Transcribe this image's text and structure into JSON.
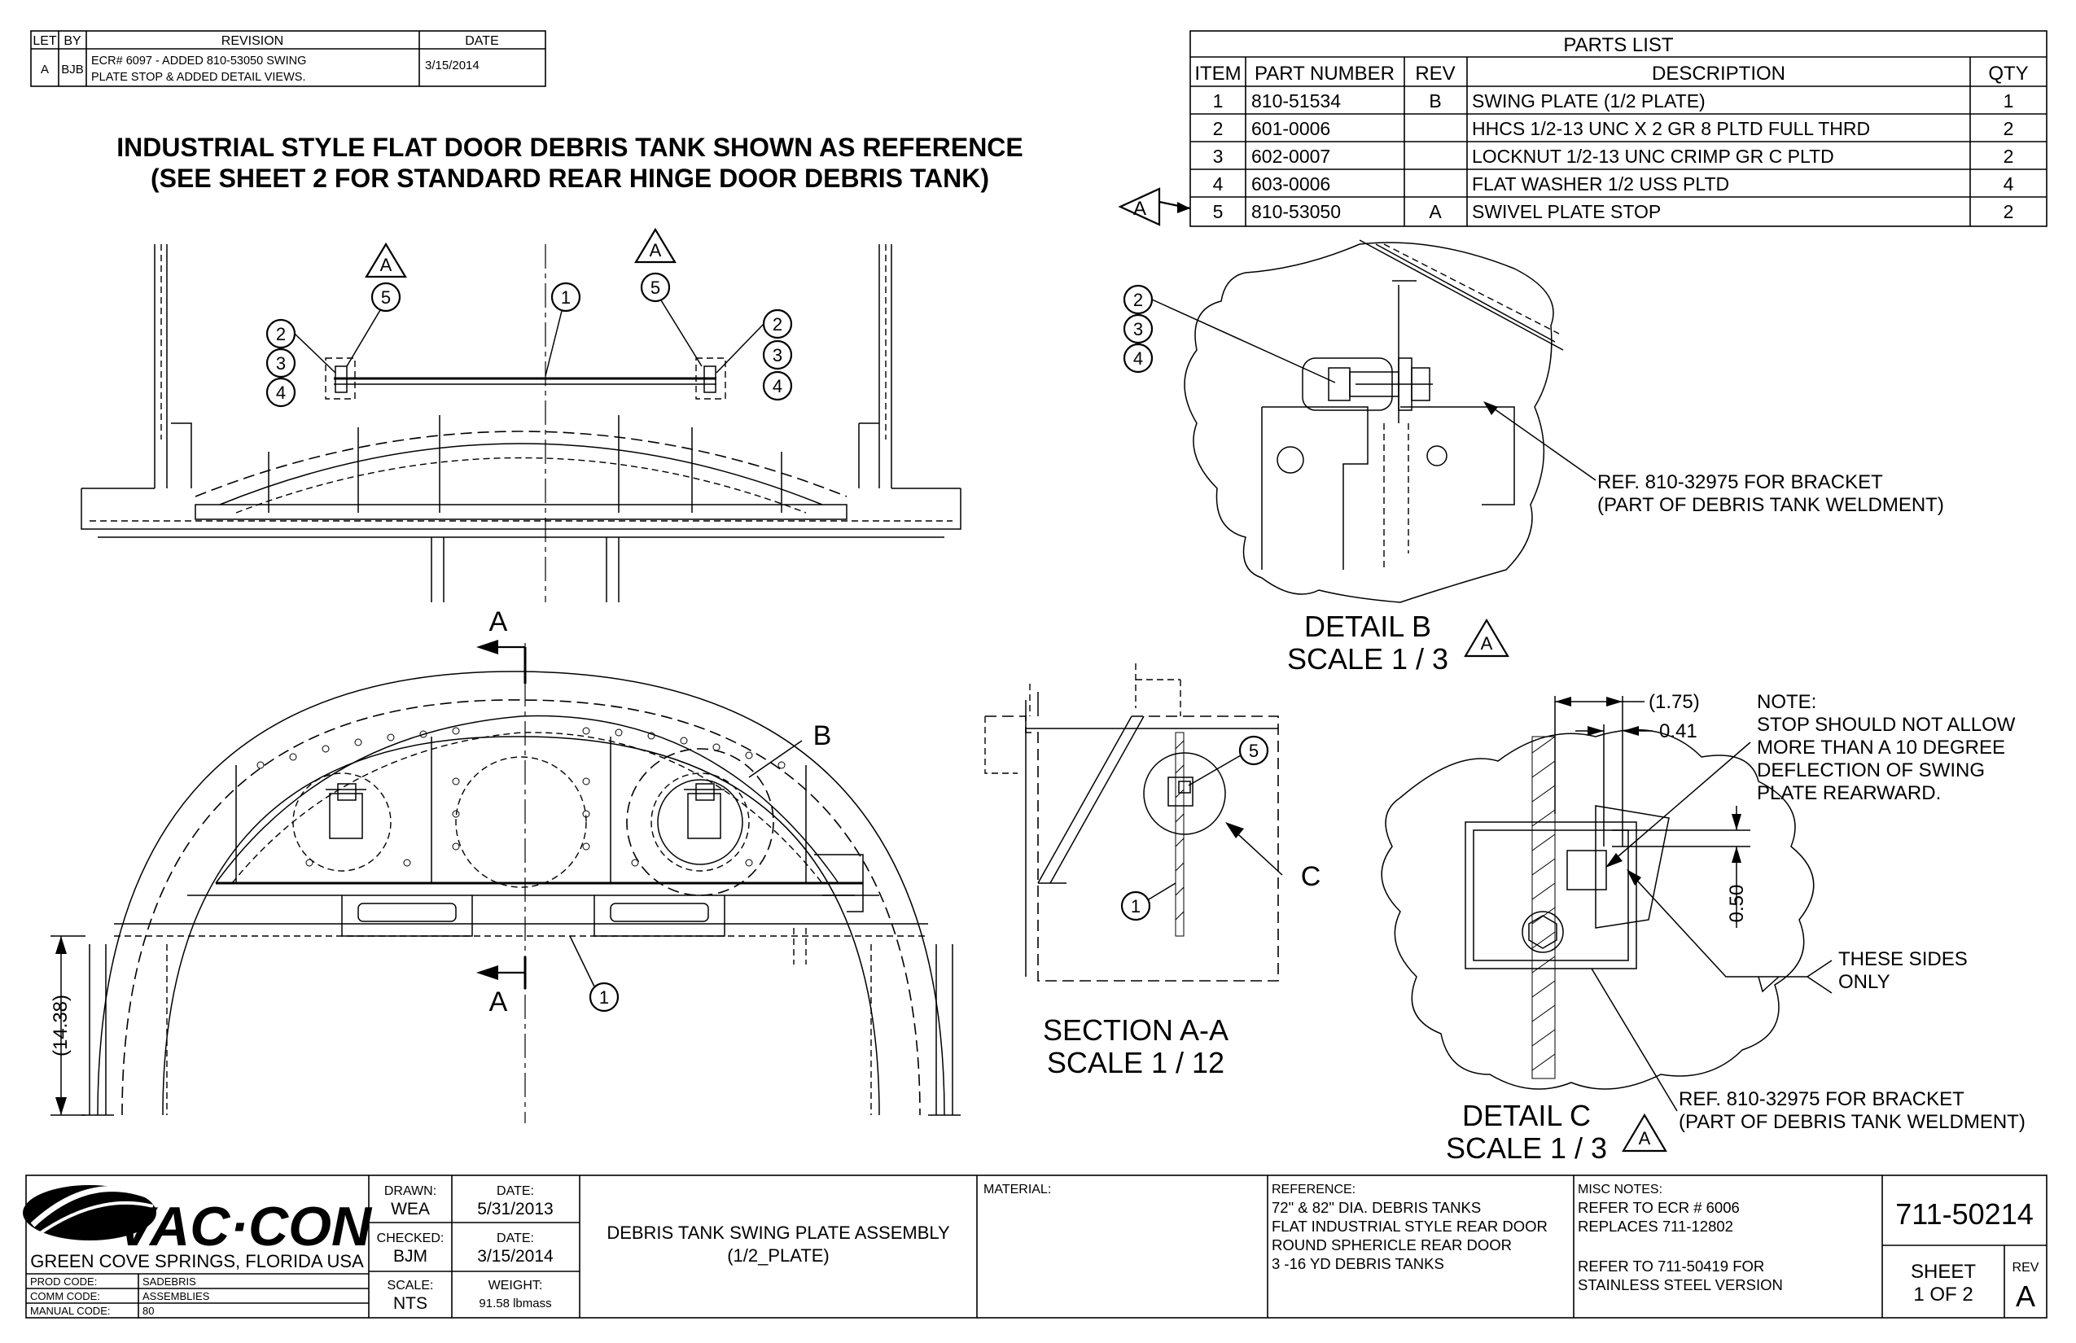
{
  "revision_block": {
    "headers": [
      "LET",
      "BY",
      "REVISION",
      "DATE"
    ],
    "rows": [
      {
        "let": "A",
        "by": "BJB",
        "revision_line1": "ECR# 6097 - ADDED 810-53050 SWING",
        "revision_line2": "PLATE STOP & ADDED DETAIL VIEWS.",
        "date": "3/15/2014"
      }
    ]
  },
  "title_note": {
    "line1": "INDUSTRIAL STYLE FLAT DOOR DEBRIS TANK SHOWN AS REFERENCE",
    "line2": "(SEE SHEET 2 FOR STANDARD REAR HINGE DOOR DEBRIS TANK)"
  },
  "parts_list": {
    "title": "PARTS LIST",
    "headers": [
      "ITEM",
      "PART NUMBER",
      "REV",
      "DESCRIPTION",
      "QTY"
    ],
    "rows": [
      {
        "item": "1",
        "part": "810-51534",
        "rev": "B",
        "desc": "SWING PLATE (1/2 PLATE)",
        "qty": "1"
      },
      {
        "item": "2",
        "part": "601-0006",
        "rev": "",
        "desc": "HHCS 1/2-13 UNC X 2 GR 8 PLTD FULL THRD",
        "qty": "2"
      },
      {
        "item": "3",
        "part": "602-0007",
        "rev": "",
        "desc": "LOCKNUT 1/2-13 UNC CRIMP GR C PLTD",
        "qty": "2"
      },
      {
        "item": "4",
        "part": "603-0006",
        "rev": "",
        "desc": "FLAT WASHER 1/2 USS PLTD",
        "qty": "4"
      },
      {
        "item": "5",
        "part": "810-53050",
        "rev": "A",
        "desc": "SWIVEL PLATE STOP",
        "qty": "2"
      }
    ],
    "rev_flag": "A"
  },
  "balloons": {
    "top_view": [
      "5",
      "1",
      "5",
      "2",
      "3",
      "4",
      "2",
      "3",
      "4"
    ],
    "rev_flags": [
      "A",
      "A"
    ],
    "detail_b": [
      "2",
      "3",
      "4"
    ],
    "section": [
      "5",
      "1"
    ],
    "front": [
      "1"
    ]
  },
  "views": {
    "section_arrow_top": "A",
    "section_arrow_bottom": "A",
    "detail_b_callout": "B",
    "detail_c_callout": "C",
    "dim_height": "(14.38)",
    "detail_b_title": "DETAIL  B",
    "detail_b_scale": "SCALE 1 / 3",
    "detail_b_flag": "A",
    "detail_b_ref1": "REF. 810-32975 FOR BRACKET",
    "detail_b_ref2": "(PART OF DEBRIS TANK WELDMENT)",
    "section_title": "SECTION A-A",
    "section_scale": "SCALE 1 / 12",
    "detail_c_title": "DETAIL  C",
    "detail_c_scale": "SCALE 1 / 3",
    "detail_c_flag": "A",
    "dim_175": "(1.75)",
    "dim_041": "0.41",
    "dim_050": "0.50",
    "note_lines": [
      "NOTE:",
      "STOP SHOULD NOT ALLOW",
      "MORE THAN A 10 DEGREE",
      "DEFLECTION OF SWING",
      "PLATE REARWARD."
    ],
    "sides_line1": "THESE SIDES",
    "sides_line2": "ONLY",
    "detail_c_ref1": "REF. 810-32975 FOR BRACKET",
    "detail_c_ref2": "(PART OF DEBRIS TANK WELDMENT)"
  },
  "title_block": {
    "logo_text": "VAC·CON",
    "company_location": "GREEN COVE SPRINGS, FLORIDA USA",
    "prod_code_label": "PROD CODE:",
    "prod_code": "SADEBRIS",
    "comm_code_label": "COMM CODE:",
    "comm_code": "ASSEMBLIES",
    "manual_code_label": "MANUAL CODE:",
    "manual_code": "80",
    "drawn_label": "DRAWN:",
    "drawn": "WEA",
    "drawn_date_label": "DATE:",
    "drawn_date": "5/31/2013",
    "checked_label": "CHECKED:",
    "checked": "BJM",
    "checked_date_label": "DATE:",
    "checked_date": "3/15/2014",
    "scale_label": "SCALE:",
    "scale": "NTS",
    "weight_label": "WEIGHT:",
    "weight": "91.58 lbmass",
    "title_line1": "DEBRIS TANK SWING PLATE ASSEMBLY",
    "title_line2": "(1/2_PLATE)",
    "material_label": "MATERIAL:",
    "reference_label": "REFERENCE:",
    "reference_lines": [
      "72\" & 82\" DIA. DEBRIS TANKS",
      "FLAT INDUSTRIAL STYLE REAR DOOR",
      "ROUND SPHERICLE REAR DOOR",
      "3 -16 YD DEBRIS TANKS"
    ],
    "misc_label": "MISC NOTES:",
    "misc_lines": [
      "REFER TO ECR # 6006",
      "REPLACES 711-12802",
      "",
      "REFER TO 711-50419 FOR",
      "STAINLESS STEEL VERSION"
    ],
    "drawing_number": "711-50214",
    "sheet_label": "SHEET",
    "sheet_value": "1  OF 2",
    "rev_label": "REV",
    "rev_value": "A"
  }
}
